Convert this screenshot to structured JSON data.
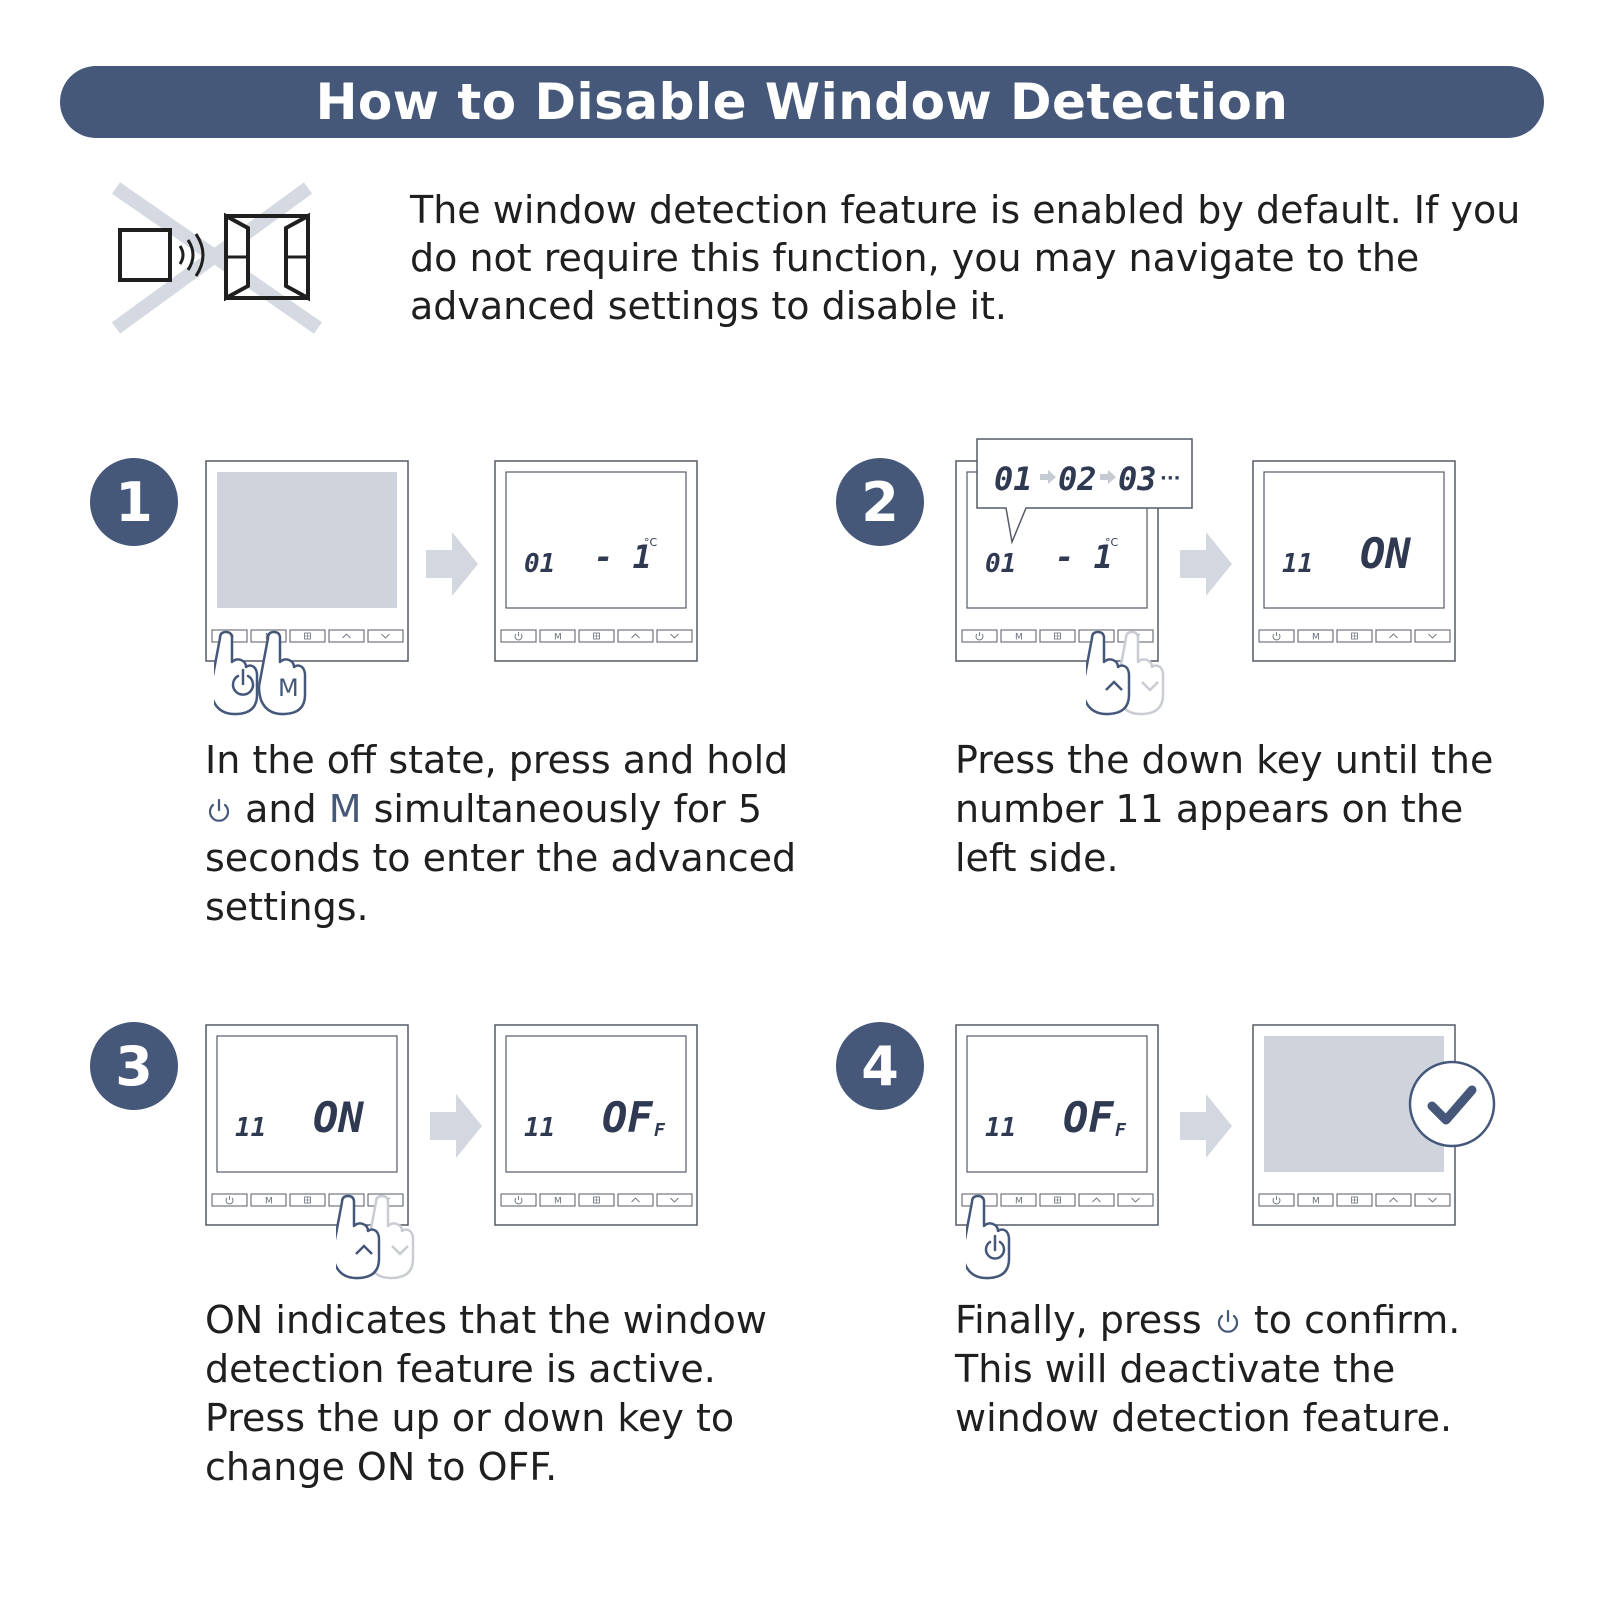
{
  "title": "How to Disable Window Detection",
  "intro": {
    "text": "The window detection feature is enabled by default. If you do not require this function, you may navigate to the advanced settings to disable it.",
    "icon": "window-detection-off-icon"
  },
  "colors": {
    "accent": "#45587a",
    "screen_off": "#cfd3dc",
    "arrow": "#d3d7e0",
    "outline": "#555a66"
  },
  "device_buttons": [
    "power",
    "M",
    "grid",
    "up",
    "down"
  ],
  "device_m_label": "M",
  "steps": [
    {
      "number": "1",
      "text_before_power": "In the off state, press and hold",
      "text_after_power_before_m": "and",
      "m_label": "M",
      "text_after_m": "simultaneously for 5 seconds to enter the advanced settings.",
      "hand_m_label": "M",
      "screen_a": "off",
      "screen_b": {
        "left": "01",
        "right": "- 1",
        "unit": "°C"
      }
    },
    {
      "number": "2",
      "text": "Press the down key until the number 11 appears on the left side.",
      "callout": [
        "01",
        "02",
        "03"
      ],
      "callout_more": "···",
      "screen_a": {
        "left": "01",
        "right": "- 1",
        "unit": "°C"
      },
      "screen_b": {
        "left": "11",
        "right": "ON"
      }
    },
    {
      "number": "3",
      "text": "ON indicates that the window detection feature is active. Press the up or down key to change ON to OFF.",
      "screen_a": {
        "left": "11",
        "right": "ON"
      },
      "screen_b": {
        "left": "11",
        "right": "OF",
        "small": "F"
      }
    },
    {
      "number": "4",
      "text_before_power": "Finally, press",
      "text_after_power": "to confirm. This will deactivate the window detection feature.",
      "screen_a": {
        "left": "11",
        "right": "OF",
        "small": "F"
      },
      "screen_b": "off"
    }
  ]
}
